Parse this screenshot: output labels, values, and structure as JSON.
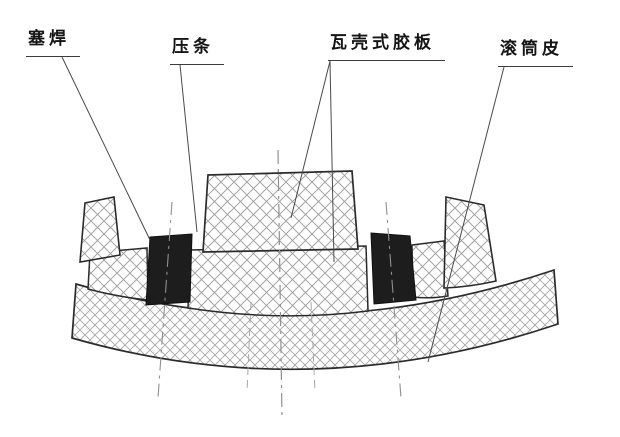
{
  "figure": {
    "description": "Cross-section diagram of a drum shell with shell-type rubber plates fixed by pressure strips and plug welds",
    "background": "#ffffff",
    "colors": {
      "outline": "#2b2b2b",
      "hatch": "#9c9c9c",
      "solid_part": "#1d1d1d",
      "centerline": "#8f8f8f",
      "leader": "#4a4a4a",
      "label_text": "#151515"
    },
    "labels": {
      "plug_weld": {
        "text": "塞焊"
      },
      "pressure_strip": {
        "text": "压条"
      },
      "rubber_plate": {
        "text": "瓦壳式胶板"
      },
      "drum_shell": {
        "text": "滚筒皮"
      }
    },
    "parts": [
      {
        "name": "drum-shell-section",
        "fill": "crosshatch",
        "label": "滚筒皮"
      },
      {
        "name": "left-end-block",
        "fill": "crosshatch"
      },
      {
        "name": "left-flange-step",
        "fill": "crosshatch"
      },
      {
        "name": "middle-base-flange",
        "fill": "crosshatch",
        "label": "瓦壳式胶板"
      },
      {
        "name": "rubber-plate-block",
        "fill": "crosshatch",
        "label": "瓦壳式胶板"
      },
      {
        "name": "right-flange-step",
        "fill": "crosshatch"
      },
      {
        "name": "right-end-block",
        "fill": "crosshatch"
      },
      {
        "name": "pressure-strip-left",
        "fill": "solid",
        "label": "压条 / 塞焊"
      },
      {
        "name": "pressure-strip-right",
        "fill": "solid",
        "label": "压条 / 塞焊"
      }
    ]
  }
}
